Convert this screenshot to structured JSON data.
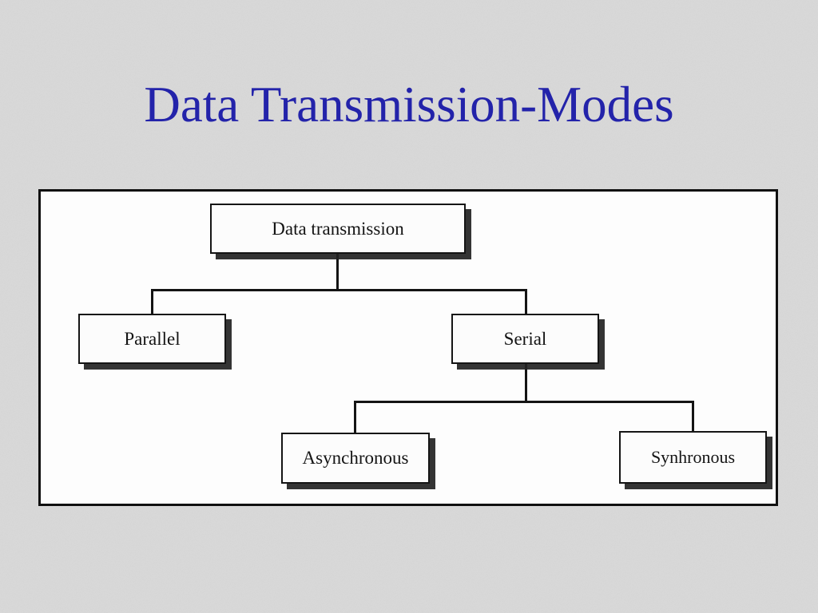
{
  "slide": {
    "title": "Data Transmission-Modes"
  },
  "colors": {
    "title_text": "#2323aa",
    "slide_background": "#dadada",
    "panel_background": "#fdfdfd",
    "line": "#141414",
    "box_shadow": "#232323"
  },
  "diagram": {
    "type": "tree",
    "nodes": [
      {
        "id": "data-transmission",
        "label": "Data transmission"
      },
      {
        "id": "parallel",
        "label": "Parallel"
      },
      {
        "id": "serial",
        "label": "Serial"
      },
      {
        "id": "asynchronous",
        "label": "Asynchronous"
      },
      {
        "id": "synhronous",
        "label": "Synhronous"
      }
    ],
    "edges": [
      {
        "from": "data-transmission",
        "to": "parallel"
      },
      {
        "from": "data-transmission",
        "to": "serial"
      },
      {
        "from": "serial",
        "to": "asynchronous"
      },
      {
        "from": "serial",
        "to": "synhronous"
      }
    ]
  }
}
